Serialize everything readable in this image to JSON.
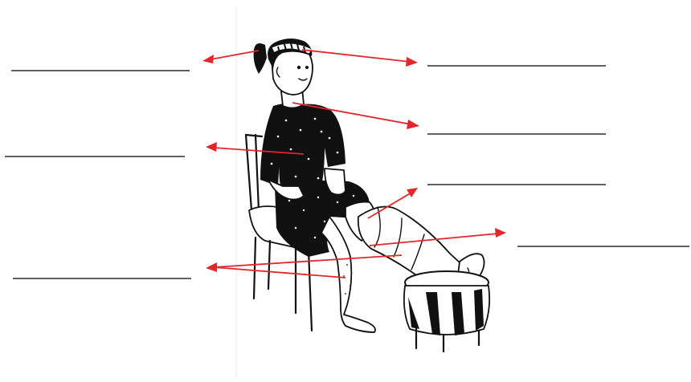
{
  "diagram": {
    "colors": {
      "arrow": "#e3262b",
      "ink": "#111111",
      "background": "#ffffff"
    },
    "answer_blanks": [
      {
        "id": "blank-left-top",
        "text": ""
      },
      {
        "id": "blank-left-middle",
        "text": ""
      },
      {
        "id": "blank-left-bottom",
        "text": ""
      },
      {
        "id": "blank-right-top",
        "text": ""
      },
      {
        "id": "blank-right-second",
        "text": ""
      },
      {
        "id": "blank-right-third",
        "text": ""
      },
      {
        "id": "blank-right-fourth",
        "text": ""
      }
    ]
  }
}
